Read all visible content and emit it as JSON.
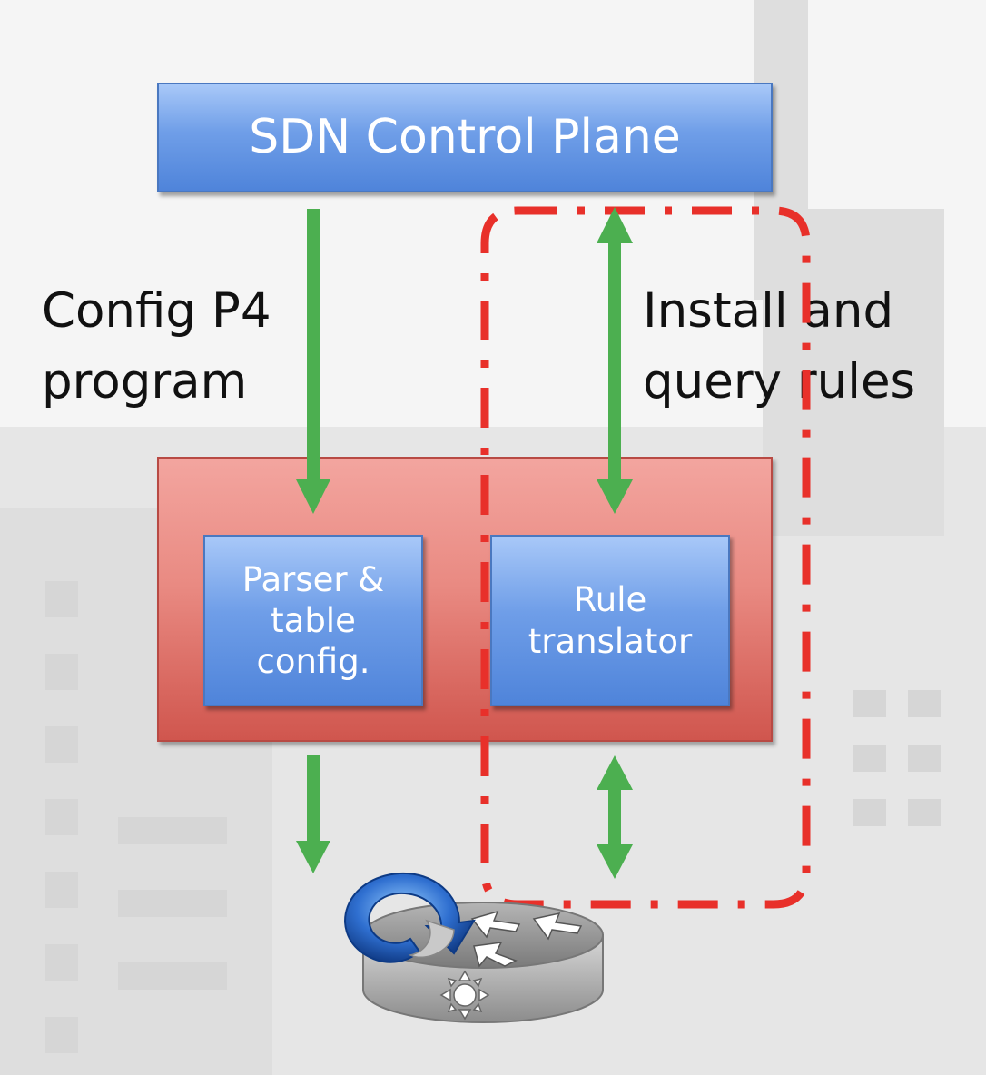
{
  "control_plane": {
    "label": "SDN Control Plane"
  },
  "left_arrow": {
    "label_line1": "Config P4",
    "label_line2": "program"
  },
  "right_arrow": {
    "label_line1": "Install and",
    "label_line2": "query rules"
  },
  "parser_box": {
    "line1": "Parser &",
    "line2": "table",
    "line3": "config."
  },
  "translator_box": {
    "line1": "Rule",
    "line2": "translator"
  },
  "colors": {
    "blue_box": "#6f9ee8",
    "red_box": "#e98a82",
    "arrow_green": "#4caf50",
    "dashed_red": "#e8302a"
  },
  "icons": {
    "router": "router-icon"
  }
}
